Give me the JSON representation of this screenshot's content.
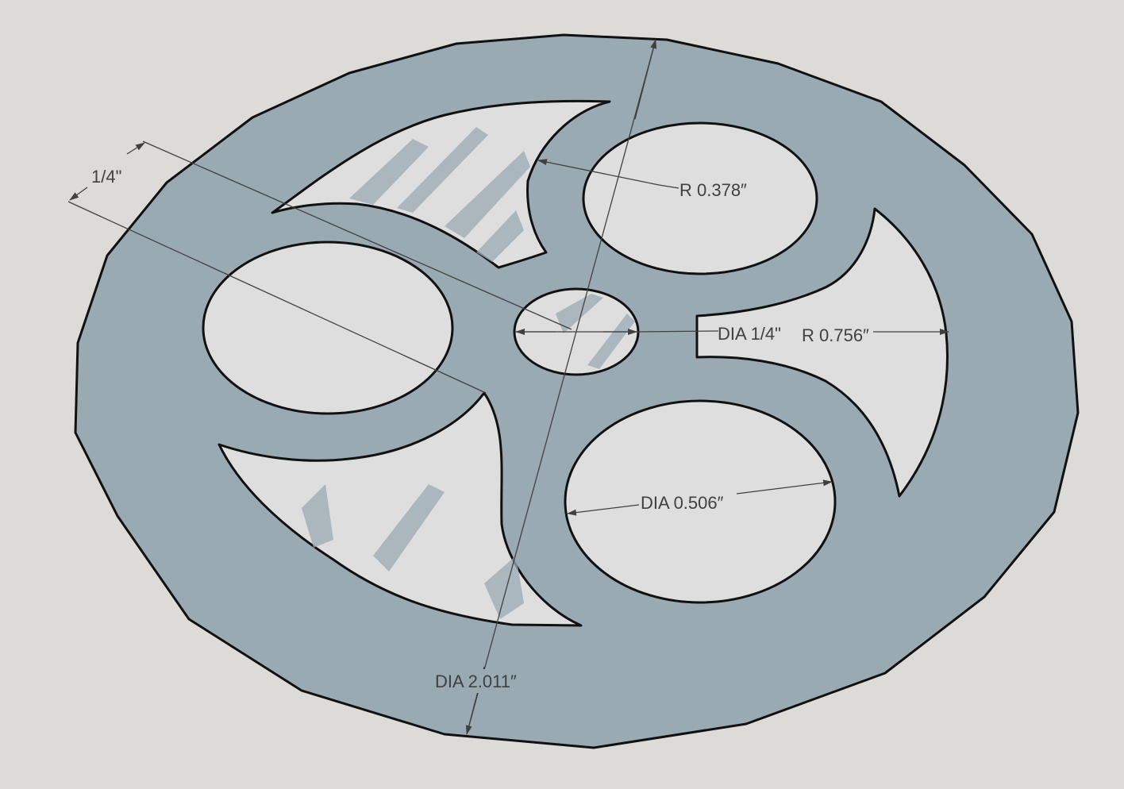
{
  "drawing": {
    "colors": {
      "background": "#dcdbd8",
      "disc": "#9aaab3",
      "hole": "#dedede",
      "glint": "#eeeeee",
      "outline": "#111111",
      "dimension": "#404040"
    },
    "labels": {
      "thickness": "1/4\"",
      "radius_small": "R 0.378″",
      "center_hole": "DIA 1/4\"",
      "radius_large": "R 0.756″",
      "hole_diameter": "DIA 0.506″",
      "outer_diameter": "DIA 2.011″"
    }
  }
}
